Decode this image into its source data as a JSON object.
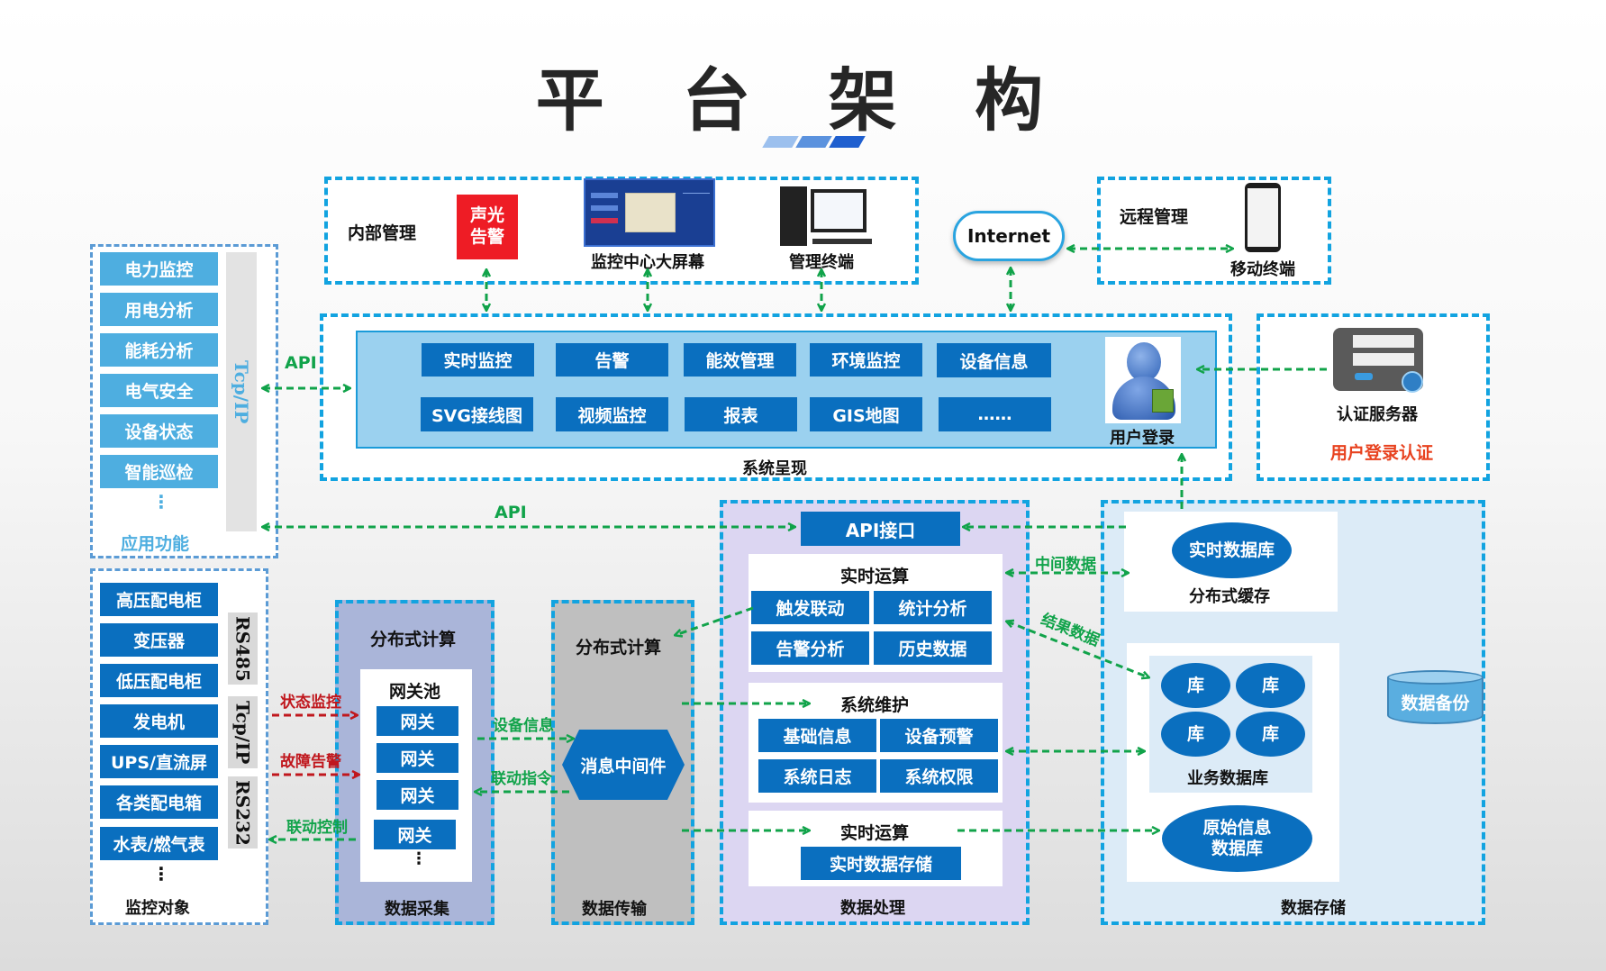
{
  "title": "平 台 架 构",
  "stripe_colors": [
    "#9cc0ee",
    "#5b92de",
    "#1f5fcf"
  ],
  "internal_mgmt": {
    "label": "内部管理",
    "alarm_label_line1": "声光",
    "alarm_label_line2": "告警",
    "big_screen_label": "监控中心大屏幕",
    "terminal_label": "管理终端"
  },
  "internet_label": "Internet",
  "remote_mgmt": {
    "label": "远程管理",
    "mobile_label": "移动终端"
  },
  "system_presentation": {
    "label": "系统呈现",
    "modules_row1": [
      "实时监控",
      "告警",
      "能效管理",
      "环境监控",
      "设备信息"
    ],
    "modules_row2": [
      "SVG接线图",
      "视频监控",
      "报表",
      "GIS地图",
      "……"
    ],
    "user_login_label": "用户登录"
  },
  "auth": {
    "server_label": "认证服务器",
    "caption": "用户登录认证"
  },
  "app_functions": {
    "items": [
      "电力监控",
      "用电分析",
      "能耗分析",
      "电气安全",
      "设备状态",
      "智能巡检"
    ],
    "ellipsis": "⋮",
    "protocol": "Tcp/IP",
    "caption": "应用功能"
  },
  "monitor_objects": {
    "items": [
      "高压配电柜",
      "变压器",
      "低压配电柜",
      "发电机",
      "UPS/直流屏",
      "各类配电箱",
      "水表/燃气表"
    ],
    "ellipsis": "⋮",
    "protocols": [
      "RS485",
      "Tcp/IP",
      "RS232"
    ],
    "caption": "监控对象"
  },
  "data_collection": {
    "heading": "分布式计算",
    "pool_label": "网关池",
    "gateways": [
      "网关",
      "网关",
      "网关",
      "网关"
    ],
    "ellipsis": "⋮",
    "caption": "数据采集"
  },
  "data_transport": {
    "heading": "分布式计算",
    "middleware": "消息中间件",
    "caption": "数据传输"
  },
  "data_processing": {
    "api": "API接口",
    "realtime_calc": {
      "heading": "实时运算",
      "items": [
        "触发联动",
        "统计分析",
        "告警分析",
        "历史数据"
      ]
    },
    "maintenance": {
      "heading": "系统维护",
      "items": [
        "基础信息",
        "设备预警",
        "系统日志",
        "系统权限"
      ]
    },
    "realtime_store": {
      "heading": "实时运算",
      "item": "实时数据存储"
    },
    "caption": "数据处理"
  },
  "data_storage": {
    "realtime_db": "实时数据库",
    "cache_label": "分布式缓存",
    "business_dbs": [
      "库",
      "库",
      "库",
      "库"
    ],
    "business_label": "业务数据库",
    "raw_db": "原始信息\n数据库",
    "backup": "数据备份",
    "caption": "数据存储"
  },
  "arrow_labels": {
    "api_top": "API",
    "api_mid": "API",
    "status_monitor": "状态监控",
    "fault_alarm": "故障告警",
    "linkage_control": "联动控制",
    "device_info": "设备信息",
    "linkage_command": "联动指令",
    "intermediate_data": "中间数据",
    "result_data": "结果数据"
  },
  "colors": {
    "primary_blue": "#0a6fbf",
    "light_blue": "#4eaee0",
    "dashed_border": "#12a3e0",
    "arrow_green": "#11a34a",
    "arrow_red": "#c0171d",
    "alarm_red": "#ee1c25",
    "auth_caption": "#e8421f"
  }
}
